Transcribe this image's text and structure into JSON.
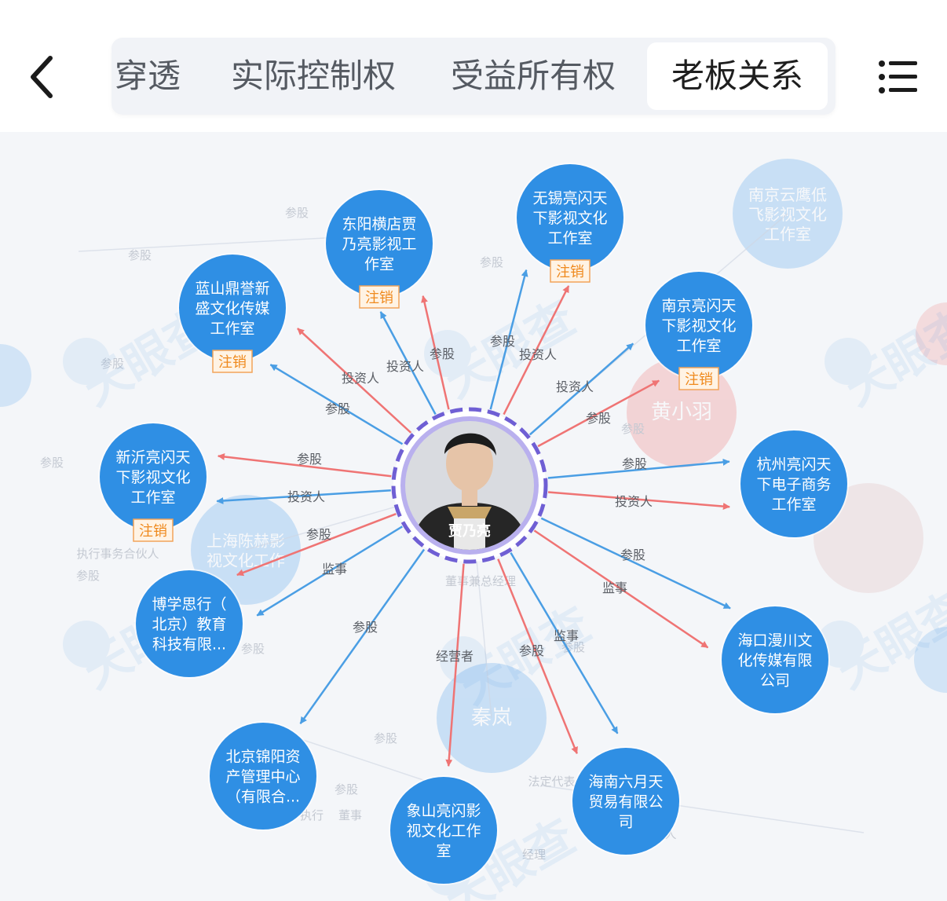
{
  "header": {
    "tabs": [
      {
        "label": "穿透",
        "active": false
      },
      {
        "label": "实际控制权",
        "active": false
      },
      {
        "label": "受益所有权",
        "active": false
      },
      {
        "label": "老板关系",
        "active": true
      }
    ]
  },
  "icons": {
    "back": "chevron-left-icon",
    "menu": "list-menu-icon"
  },
  "colors": {
    "node_blue": "#2f8fe4",
    "arrow_blue": "#4a9ee4",
    "arrow_red": "#ef7474",
    "center_ring": "#7b6cd9",
    "tag_orange": "#ef8a1e"
  },
  "center": {
    "name": "贾乃亮"
  },
  "nodes": [
    {
      "id": "n1",
      "lines": [
        "无锡亮闪天",
        "下影视文化",
        "工作室"
      ],
      "tag": "注销"
    },
    {
      "id": "n2",
      "lines": [
        "东阳横店贾",
        "乃亮影视工",
        "作室"
      ],
      "tag": "注销"
    },
    {
      "id": "n3",
      "lines": [
        "蓝山鼎誉新",
        "盛文化传媒",
        "工作室"
      ],
      "tag": "注销"
    },
    {
      "id": "n4",
      "lines": [
        "南京亮闪天",
        "下影视文化",
        "工作室"
      ],
      "tag": "注销"
    },
    {
      "id": "n5",
      "lines": [
        "新沂亮闪天",
        "下影视文化",
        "工作室"
      ],
      "tag": "注销"
    },
    {
      "id": "n6",
      "lines": [
        "杭州亮闪天",
        "下电子商务",
        "工作室"
      ],
      "tag": ""
    },
    {
      "id": "n7",
      "lines": [
        "博学思行（",
        "北京）教育",
        "科技有限..."
      ],
      "tag": ""
    },
    {
      "id": "n8",
      "lines": [
        "海口漫川文",
        "化传媒有限",
        "公司"
      ],
      "tag": ""
    },
    {
      "id": "n9",
      "lines": [
        "北京锦阳资",
        "产管理中心",
        "（有限合..."
      ],
      "tag": ""
    },
    {
      "id": "n10",
      "lines": [
        "象山亮闪影",
        "视文化工作",
        "室"
      ],
      "tag": ""
    },
    {
      "id": "n11",
      "lines": [
        "海南六月天",
        "贸易有限公",
        "司"
      ],
      "tag": ""
    }
  ],
  "edges": [
    {
      "to": "n1",
      "label": "参股",
      "color": "blue"
    },
    {
      "to": "n1",
      "label": "投资人",
      "color": "red"
    },
    {
      "to": "n2",
      "label": "参股",
      "color": "blue"
    },
    {
      "to": "n2",
      "label": "投资人",
      "color": "red"
    },
    {
      "to": "n3",
      "label": "参股",
      "color": "blue"
    },
    {
      "to": "n3",
      "label": "投资人",
      "color": "red"
    },
    {
      "to": "n4",
      "label": "参股",
      "color": "blue"
    },
    {
      "to": "n4",
      "label": "投资人",
      "color": "red"
    },
    {
      "to": "n5",
      "label": "参股",
      "color": "blue"
    },
    {
      "to": "n5",
      "label": "投资人",
      "color": "red"
    },
    {
      "to": "n6",
      "label": "参股",
      "color": "blue"
    },
    {
      "to": "n6",
      "label": "投资人",
      "color": "red"
    },
    {
      "to": "n7",
      "label": "参股",
      "color": "blue"
    },
    {
      "to": "n7",
      "label": "监事",
      "color": "red"
    },
    {
      "to": "n8",
      "label": "参股",
      "color": "blue"
    },
    {
      "to": "n8",
      "label": "监事",
      "color": "red"
    },
    {
      "to": "n9",
      "label": "参股",
      "color": "blue"
    },
    {
      "to": "n10",
      "label": "经营者",
      "color": "red"
    },
    {
      "to": "n11",
      "label": "参股",
      "color": "blue"
    },
    {
      "to": "n11",
      "label": "监事",
      "color": "red"
    }
  ],
  "background_faded": {
    "nodes": [
      {
        "lines": [
          "南京云鹰低",
          "飞影视文化",
          "工作室"
        ]
      },
      {
        "lines": [
          "黄小羽"
        ]
      },
      {
        "lines": [
          "上海陈赫影",
          "视文化工作"
        ]
      },
      {
        "lines": [
          "秦岚"
        ]
      }
    ],
    "labels": [
      "参股",
      "参股",
      "参股",
      "参股",
      "参股",
      "执行事务合伙人",
      "参股",
      "参股",
      "参股",
      "参股",
      "参股",
      "参股",
      "法定代表人",
      "执行",
      "董事",
      "经理",
      "董事兼总经理",
      "人"
    ],
    "watermark": "天眼查"
  }
}
